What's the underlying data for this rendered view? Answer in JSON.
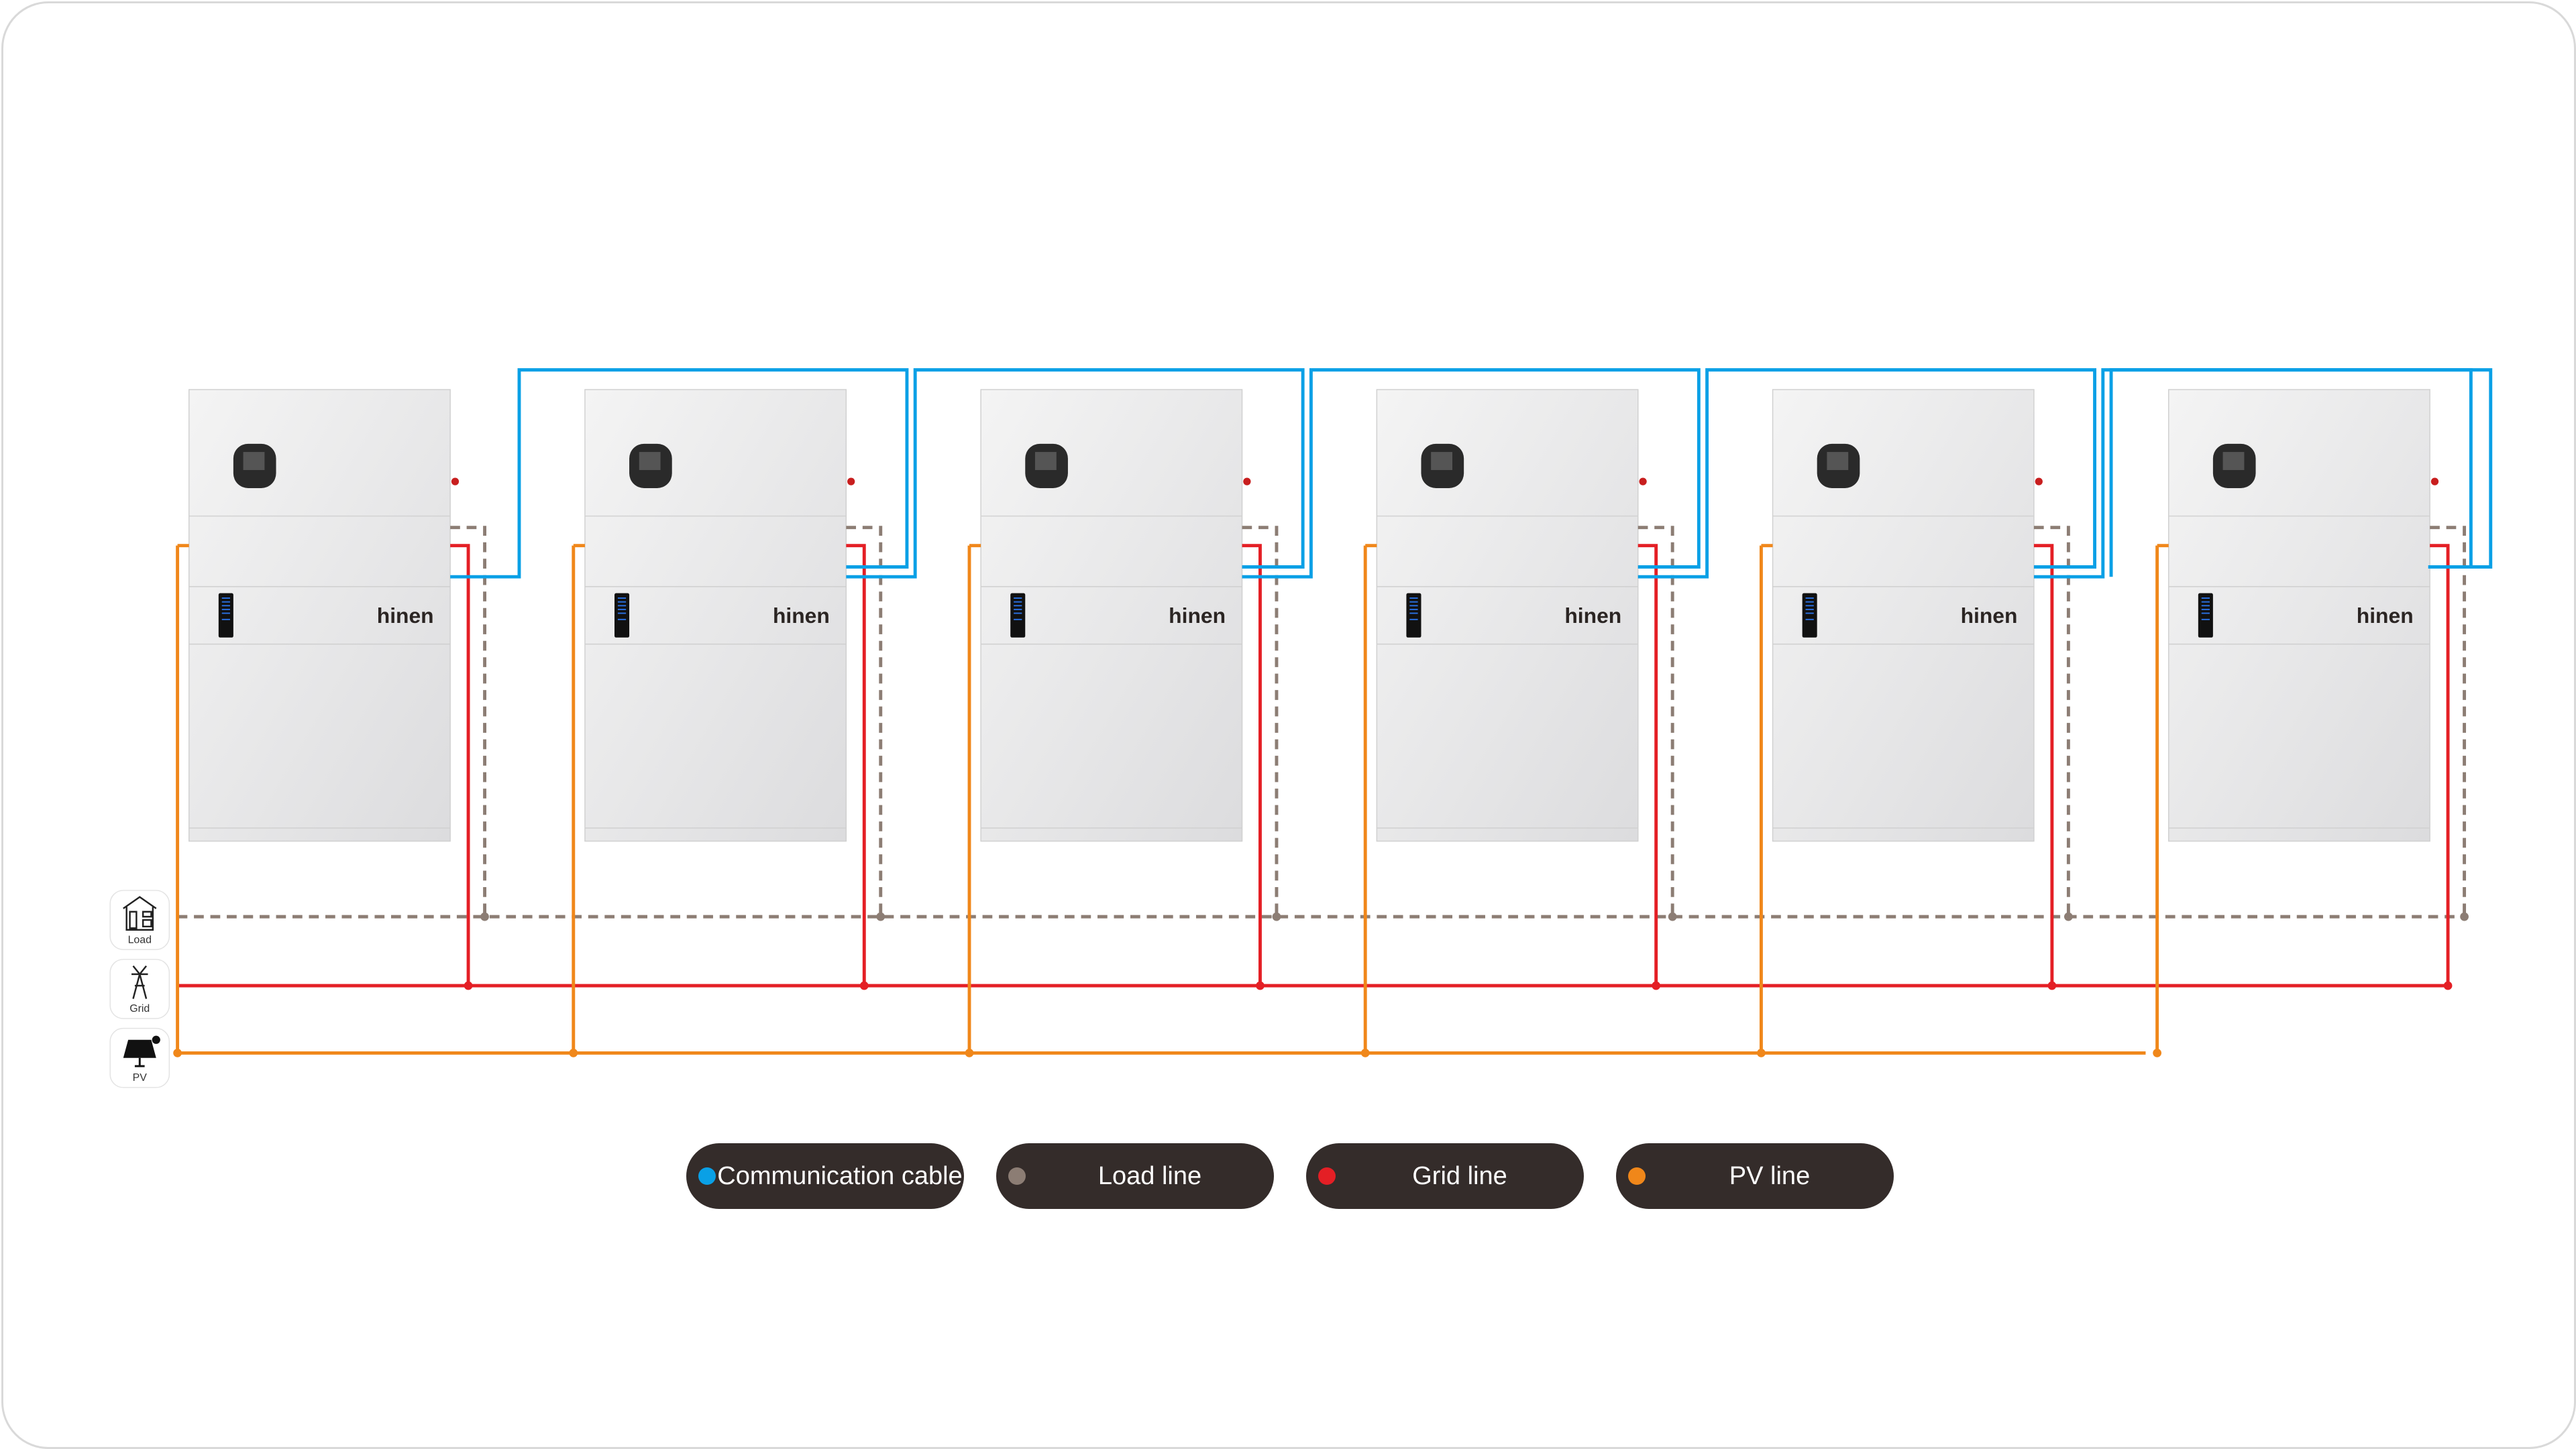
{
  "brand": "hinen",
  "unit_count": 6,
  "sources": [
    {
      "label": "Load",
      "icon": "house-appliance-icon"
    },
    {
      "label": "Grid",
      "icon": "power-tower-icon"
    },
    {
      "label": "PV",
      "icon": "solar-panel-icon"
    }
  ],
  "legend": [
    {
      "label": "Communication cable",
      "color": "#0aa0e6"
    },
    {
      "label": "Load line",
      "color": "#8c7d74"
    },
    {
      "label": "Grid line",
      "color": "#e41f25"
    },
    {
      "label": "PV line",
      "color": "#f0871a"
    }
  ]
}
